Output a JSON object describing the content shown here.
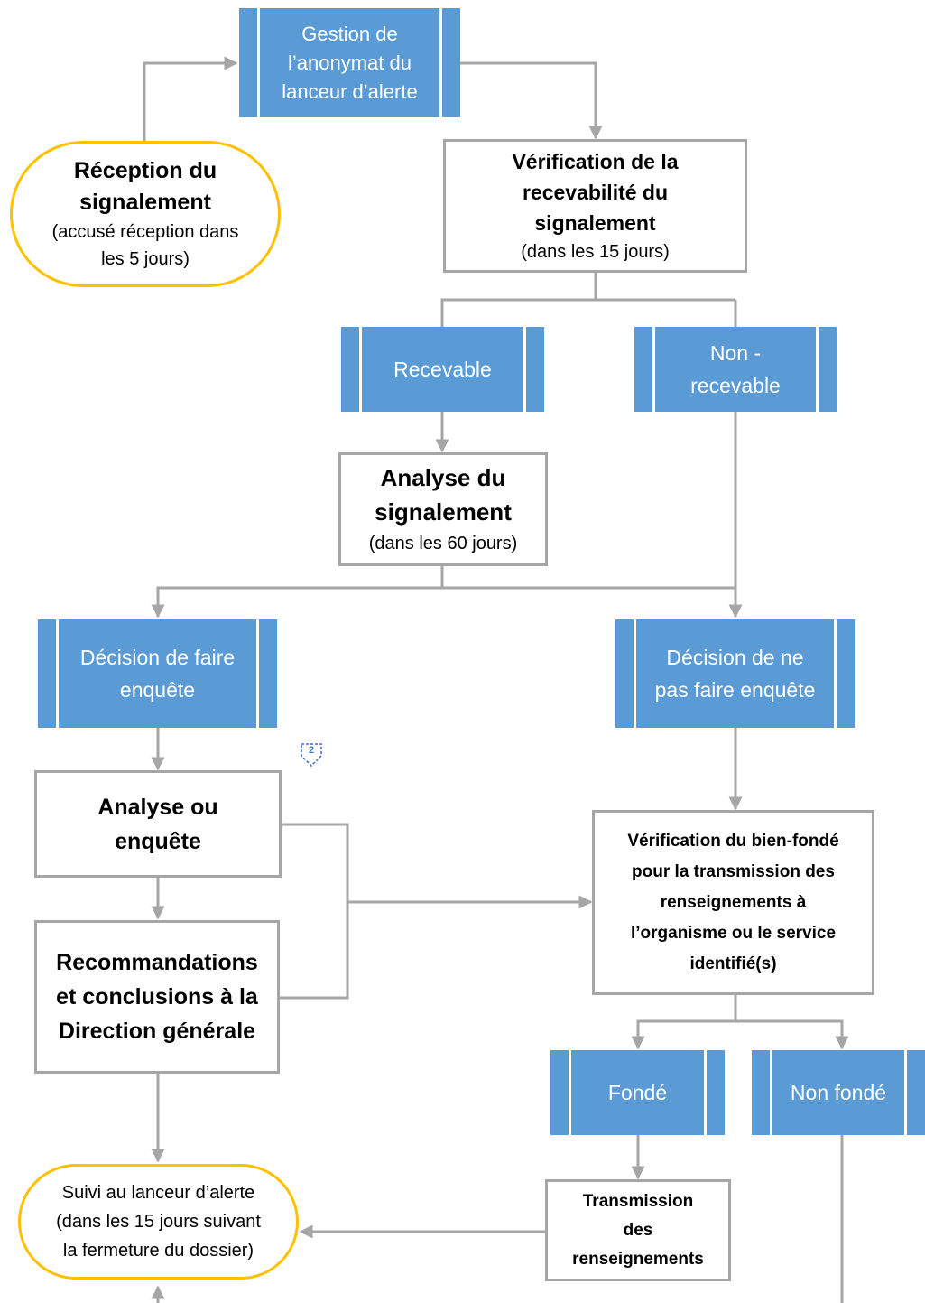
{
  "nodes": {
    "gestion": [
      "Gestion de",
      "l’anonymat du",
      "lanceur d’alerte"
    ],
    "reception": {
      "title": [
        "Réception du",
        "signalement"
      ],
      "note": [
        "(accusé réception dans",
        "les 5 jours)"
      ]
    },
    "verification": {
      "title": [
        "Vérification de la",
        "recevabilité du",
        "signalement"
      ],
      "note": "(dans les 15 jours)"
    },
    "recevable": "Recevable",
    "non_recevable": [
      "Non -",
      "recevable"
    ],
    "analyse_signalement": {
      "title": [
        "Analyse du",
        "signalement"
      ],
      "note": "(dans les 60 jours)"
    },
    "decision_enquete": [
      "Décision de faire",
      "enquête"
    ],
    "decision_non_enquete": [
      "Décision de ne",
      "pas faire enquête"
    ],
    "analyse_enquete": [
      "Analyse ou",
      "enquête"
    ],
    "recommandations": [
      "Recommandations",
      "et conclusions à la",
      "Direction générale"
    ],
    "bien_fonde": [
      "Vérification du bien-fondé",
      "pour la transmission des",
      "renseignements à",
      "l’organisme ou le service",
      "identifié(s)"
    ],
    "fonde": "Fondé",
    "non_fonde": "Non fondé",
    "transmission": [
      "Transmission",
      "des",
      "renseignements"
    ],
    "suivi": [
      "Suivi au lanceur d’alerte",
      "(dans les 15 jours suivant",
      "la fermeture du dossier)"
    ]
  },
  "marker_label": "2",
  "colors": {
    "blue_box": "#5b9bd5",
    "box_border": "#a6a6a6",
    "terminator_border": "#ffc000",
    "connector": "#a6a6a6"
  }
}
